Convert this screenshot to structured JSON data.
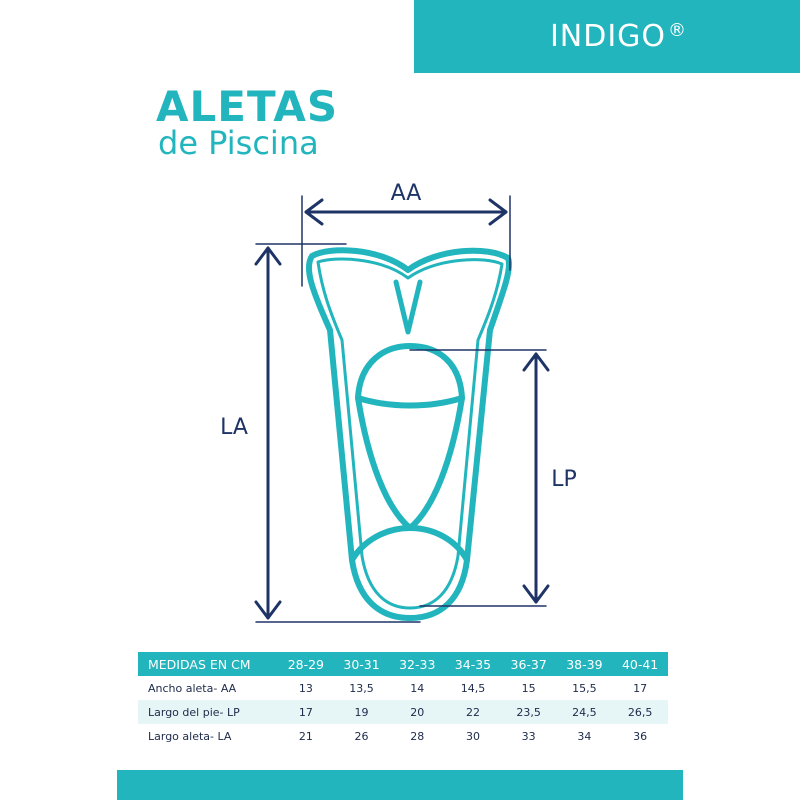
{
  "brand": {
    "name": "INDIGO",
    "registered": "®"
  },
  "header": {
    "title": "ALETAS",
    "subtitle": "de Piscina"
  },
  "diagram": {
    "labels": {
      "width": "AA",
      "length": "LA",
      "foot": "LP"
    },
    "colors": {
      "fin": "#22b5bd",
      "dimension": "#1f3466"
    }
  },
  "table": {
    "header": "MEDIDAS EN CM",
    "sizes": [
      "28-29",
      "30-31",
      "32-33",
      "34-35",
      "36-37",
      "38-39",
      "40-41"
    ],
    "rows": [
      {
        "label": "Ancho aleta- AA",
        "values": [
          "13",
          "13,5",
          "14",
          "14,5",
          "15",
          "15,5",
          "17"
        ]
      },
      {
        "label": "Largo del pie- LP",
        "values": [
          "17",
          "19",
          "20",
          "22",
          "23,5",
          "24,5",
          "26,5"
        ]
      },
      {
        "label": "Largo aleta- LA",
        "values": [
          "21",
          "26",
          "28",
          "30",
          "33",
          "34",
          "36"
        ]
      }
    ]
  },
  "colors": {
    "accent": "#22b5bd",
    "text": "#1d2a4a",
    "row_alt": "#e6f6f7"
  }
}
